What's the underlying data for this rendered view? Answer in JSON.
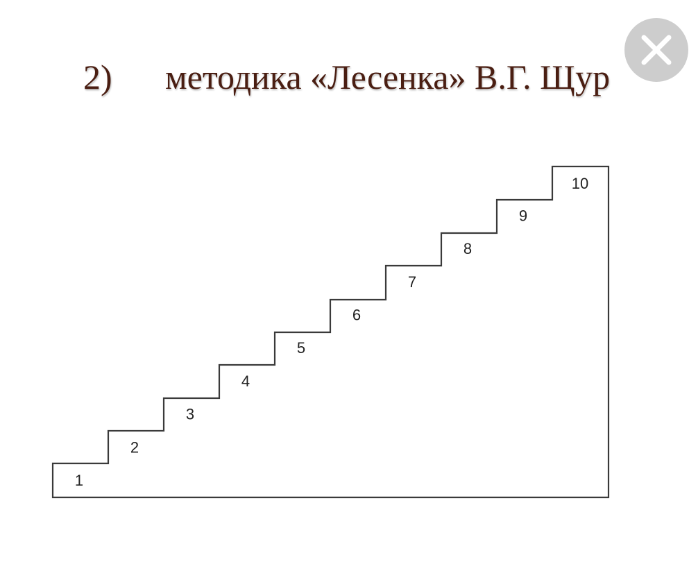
{
  "title": {
    "number": "2)",
    "text": "методика «Лесенка» В.Г. Щур"
  },
  "close_button": {
    "icon": "close-icon"
  },
  "ladder": {
    "steps": [
      "1",
      "2",
      "3",
      "4",
      "5",
      "6",
      "7",
      "8",
      "9",
      "10"
    ]
  },
  "colors": {
    "title": "#4a1e12",
    "lines": "#3a3a3a",
    "close_bg": "#c9c9c9"
  }
}
